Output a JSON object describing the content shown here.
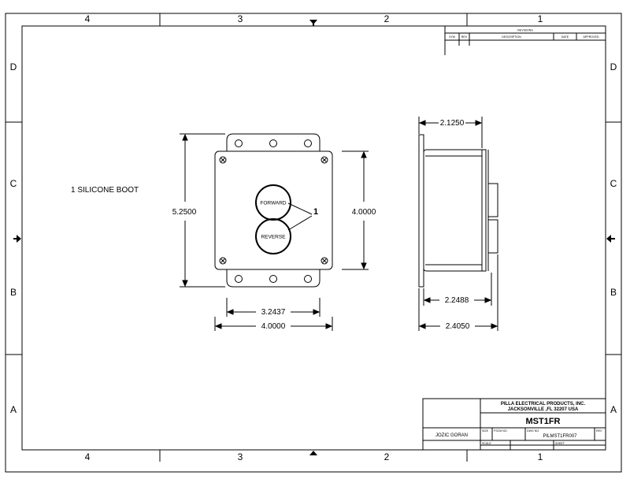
{
  "zones": {
    "top": [
      "4",
      "3",
      "2",
      "1"
    ],
    "bottom": [
      "4",
      "3",
      "2",
      "1"
    ],
    "left": [
      "D",
      "C",
      "B",
      "A"
    ],
    "right": [
      "D",
      "C",
      "B",
      "A"
    ]
  },
  "revisions": {
    "title": "REVISIONS",
    "columns": [
      "SYM",
      "REV",
      "DESCRIPTION",
      "DATE",
      "APPROVED"
    ]
  },
  "note": "1 SILICONE BOOT",
  "buttons": {
    "forward": "FORWARD",
    "reverse": "REVERSE"
  },
  "callout": "1",
  "dimensions": {
    "overall_height": "5.2500",
    "box_height": "4.0000",
    "hole_spacing": "3.2437",
    "box_width": "4.0000",
    "depth_top": "2.1250",
    "depth_mid": "2.2488",
    "depth_overall": "2.4050"
  },
  "title_block": {
    "company_line1": "PILLA ELECTRICAL PRODUCTS, INC.",
    "company_line2": "JACKSONVILLE ,FL 32207  USA",
    "title": "MST1FR",
    "drawn_by": "JOZIC  GORAN",
    "size_label": "SIZE",
    "fscm_label": "FSCM NO.",
    "dwg_label": "DWG NO.",
    "dwg_no": "PILMST1FR007",
    "rev_label": "REV",
    "scale_label": "SCALE",
    "sheet_label": "SHEET"
  }
}
